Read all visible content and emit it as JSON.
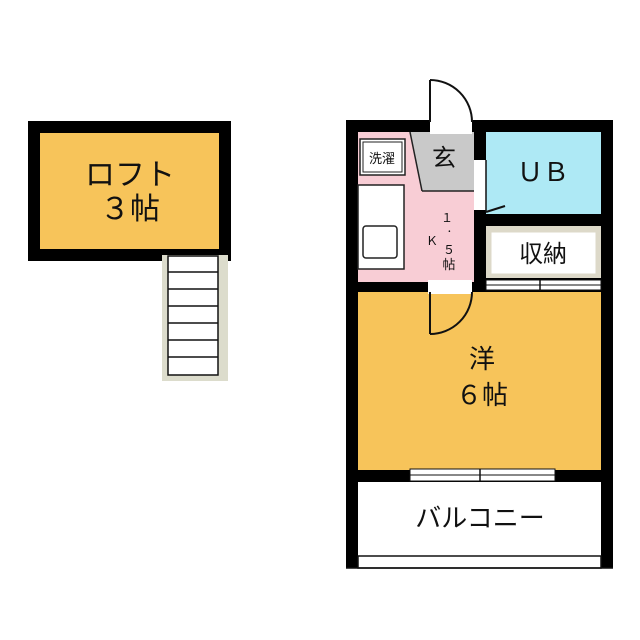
{
  "rooms": {
    "loft": {
      "name": "ロフト",
      "size": "３帖"
    },
    "entrance": {
      "name": "玄"
    },
    "laundry": {
      "name": "洗濯"
    },
    "unit_bath": {
      "name": "ＵＢ"
    },
    "kitchen": {
      "line1": "１",
      "line2": "．",
      "line3": "Ｋ",
      "line4": "５",
      "line5": "帖"
    },
    "closet": {
      "name": "収納"
    },
    "western_room": {
      "name": "洋",
      "size": "６帖"
    },
    "balcony": {
      "name": "バルコニー"
    }
  },
  "colors": {
    "loft": "#f7c45a",
    "western_room": "#f7c45a",
    "kitchen": "#f8cdd5",
    "unit_bath": "#aee9f5",
    "entrance": "#c9c9c9",
    "closet": "#ddd9c9",
    "stairs": "#dcdccc",
    "wall": "#000000"
  }
}
